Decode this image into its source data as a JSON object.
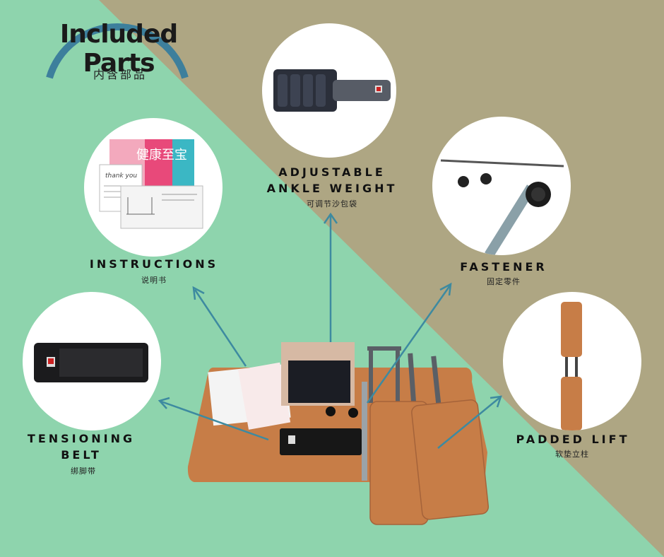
{
  "header": {
    "title": "Included Parts",
    "subtitle": "内含部品"
  },
  "parts": {
    "ankle_weight": {
      "line1": "ADJUSTABLE",
      "line2": "ANKLE WEIGHT",
      "zh": "可调节沙包袋"
    },
    "instructions": {
      "label": "INSTRUCTIONS",
      "zh": "说明书"
    },
    "fastener": {
      "label": "FASTENER",
      "zh": "固定零件"
    },
    "tensioning_belt": {
      "line1": "TENSIONING",
      "line2": "BELT",
      "zh": "绑脚带"
    },
    "padded_lift": {
      "label": "PADDED LIFT",
      "zh": "软垫立柱"
    }
  },
  "booklet": {
    "cover_text": "健康至宝",
    "thank_you": "thank you"
  },
  "colors": {
    "mint": "#8ed4ad",
    "khaki": "#aea683",
    "arrow": "#3d8aa0",
    "leather": "#c77d47",
    "arc": "#3d7f9c"
  }
}
